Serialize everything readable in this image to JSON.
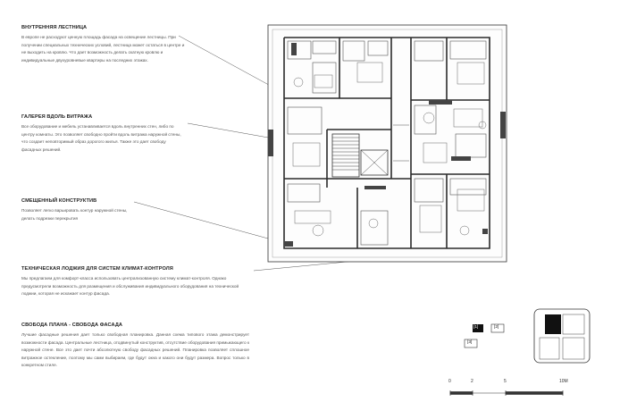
{
  "notes": [
    {
      "title": "ВНУТРЕННЯЯ ЛЕСТНИЦА",
      "text": "В европе не расходуют ценную площадь фасада на освещение лестницы. При получении специальных технических условий, лестница может остаться в центре и не выходить на кровлю. Что дает возможность делать скатную кровлю и индивидуальные двухуровневые квартиры на последних этажах."
    },
    {
      "title": "ГАЛЕРЕЯ ВДОЛЬ ВИТРАЖА",
      "text": "Все оборудование и мебель устанавливается вдоль внутренних стен, либо по центру комнаты. Это позволяет свободно пройти вдоль витража наружной стены, что создает неповторимый образ дорогого жилья. Также это дает свободу фасадных решений."
    },
    {
      "title": "СМЕЩЕННЫЙ КОНСТРУКТИВ",
      "text": "Позволяет легко варьировать контур наружной стены, делать подрезки перекрытия"
    },
    {
      "title": "ТЕХНИЧЕСКАЯ ЛОДЖИЯ ДЛЯ СИСТЕМ КЛИМАТ-КОНТРОЛЯ",
      "text": "Мы предлагаем для комфорт-класса использовать централизованную систему климат-контроля. Однако предусмотрели возможность для размещения и обслуживания индивидуального оборудования на технической лоджии, которая не искажает контур фасада."
    },
    {
      "title": "СВОБОДА ПЛАНА - СВОБОДА ФАСАДА",
      "text": "Лучшие фасадные решения дает только свободная планировка. Данная схема типового этажа демонстрирует возможности фасада. Центральные лестница, отодвинутый конструктив, отсутствие оборудования примыкающего к наружной стене. Все это дает почти абсолютную свободу фасадных решений. Планировка позволяет сплошное витражное остекление, поэтому мы сами выбираем, где будут окна и какого они будут размера. Вопрос только в конкретном стиле."
    }
  ],
  "legend": {
    "k1": "[1]",
    "k2": "[2]",
    "k3": "[3]"
  },
  "scale_bar": {
    "t0": "0",
    "t2": "2",
    "t5": "5",
    "t10": "10М"
  }
}
